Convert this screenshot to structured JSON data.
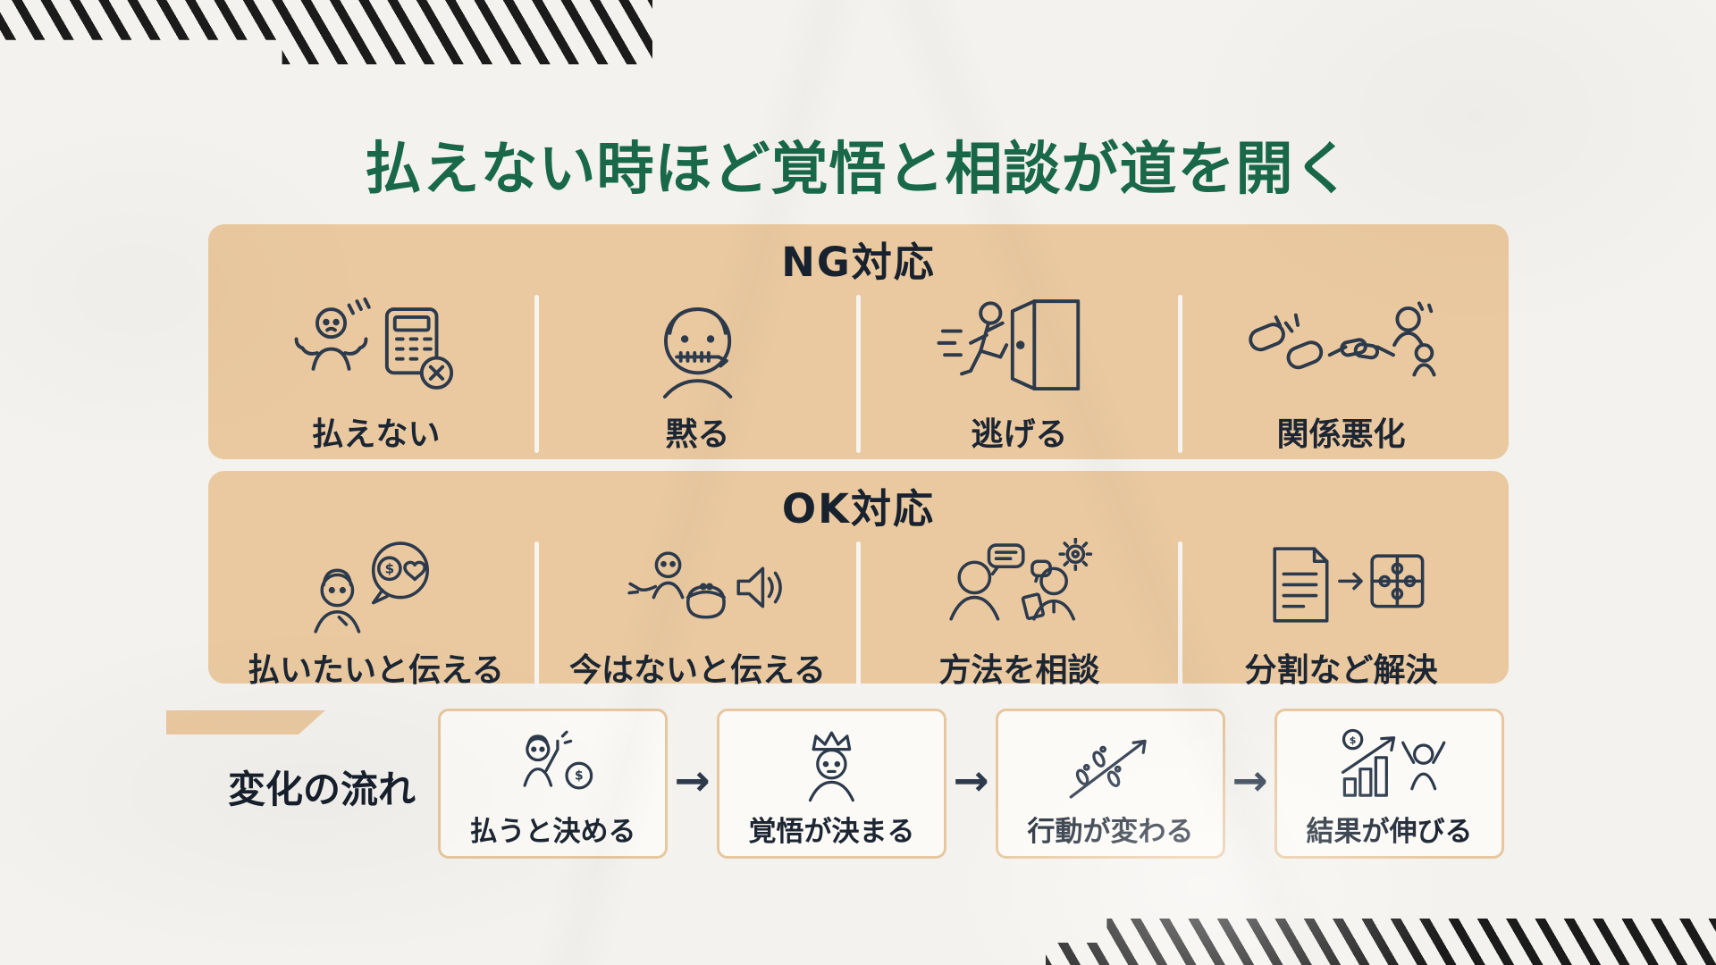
{
  "title": "払えない時ほど覚悟と相談が道を開く",
  "glyphs": {
    "dollar": "$"
  },
  "colors": {
    "background": "#f4f2ee",
    "panel_tan": "#eac9a0",
    "title_green": "#186849",
    "text_dark": "#1c2633",
    "icon_stroke": "#2c3a4c",
    "hatch_black": "#1b1b1b",
    "flow_box_bg": "#fcfaf6"
  },
  "ng_panel": {
    "title": "NG対応",
    "items": [
      {
        "label": "払えない",
        "icon": "shrug-calculator-error-icon"
      },
      {
        "label": "黙る",
        "icon": "zipped-mouth-icon"
      },
      {
        "label": "逃げる",
        "icon": "run-away-door-icon"
      },
      {
        "label": "関係悪化",
        "icon": "broken-chain-handshake-icon"
      }
    ]
  },
  "ok_panel": {
    "title": "OK対応",
    "items": [
      {
        "label": "払いたいと伝える",
        "icon": "speech-money-heart-icon"
      },
      {
        "label": "今はないと伝える",
        "icon": "empty-purse-speaker-icon"
      },
      {
        "label": "方法を相談",
        "icon": "discussion-gear-icon"
      },
      {
        "label": "分割など解決",
        "icon": "document-to-puzzle-icon"
      }
    ]
  },
  "flow": {
    "label": "変化の流れ",
    "arrow": "→",
    "steps": [
      {
        "label": "払うと決める",
        "icon": "decide-pay-coin-icon"
      },
      {
        "label": "覚悟が決まる",
        "icon": "crown-resolve-icon"
      },
      {
        "label": "行動が変わる",
        "icon": "footsteps-arrow-icon"
      },
      {
        "label": "結果が伸びる",
        "icon": "growth-chart-cheer-icon"
      }
    ]
  }
}
